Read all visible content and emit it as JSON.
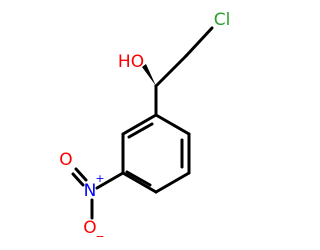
{
  "molecule": {
    "atoms": {
      "chlorine": "Cl",
      "hydroxyl": "HO",
      "nitro_nitrogen": "N",
      "nitro_oxygen_double": "O",
      "nitro_oxygen_single": "O",
      "nitrogen_charge": "+",
      "oxygen_charge": "−"
    },
    "colors": {
      "bond": "#000000",
      "chlorine": "#2ca02c",
      "oxygen": "#ff0000",
      "nitrogen": "#0000ff"
    }
  }
}
